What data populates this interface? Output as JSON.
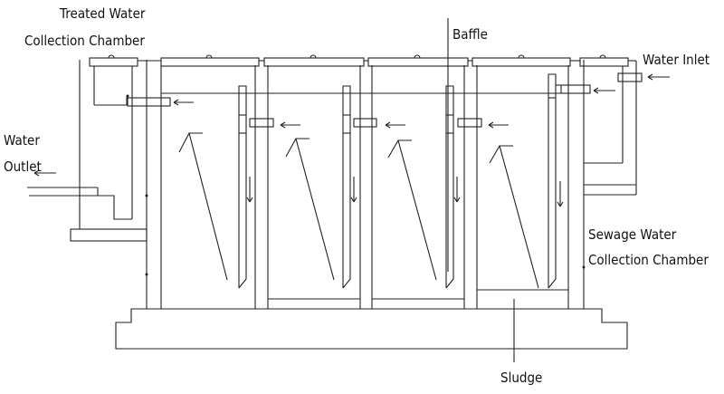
{
  "labels": {
    "treated_line1": "Treated Water",
    "treated_line2": "Collection Chamber",
    "baffle": "Baffle",
    "water_inlet": "Water Inlet",
    "outlet_line1": "Water",
    "outlet_line2": "Outlet",
    "sewage_line1": "Sewage Water",
    "sewage_line2": "Collection Chamber",
    "sludge": "Sludge"
  }
}
